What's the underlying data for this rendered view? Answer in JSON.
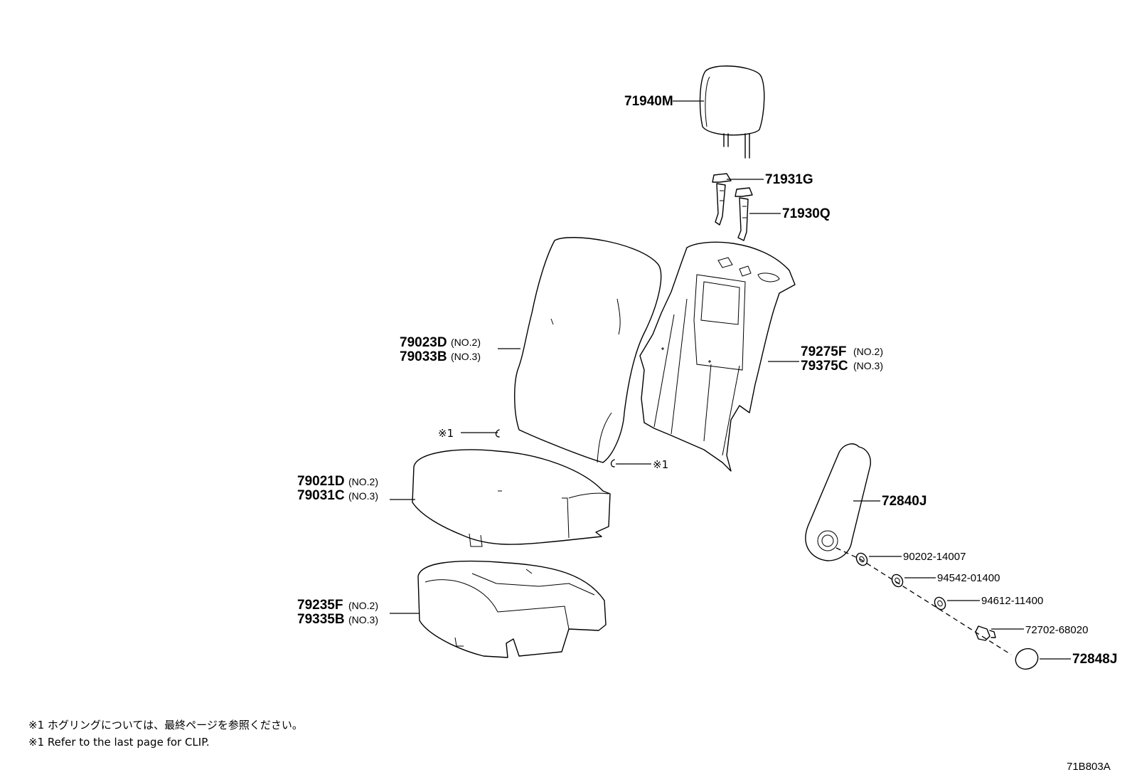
{
  "labels": {
    "headrest": "71940M",
    "headrest_support": "71931G",
    "headrest_guide": "71930Q",
    "back_cover": {
      "part_a": "79023D",
      "note_a": "(NO.2)",
      "part_b": "79033B",
      "note_b": "(NO.3)"
    },
    "back_board": {
      "part_a": "79275F",
      "note_a": "(NO.2)",
      "part_b": "79375C",
      "note_b": "(NO.3)"
    },
    "cushion_cover": {
      "part_a": "79021D",
      "note_a": "(NO.2)",
      "part_b": "79031C",
      "note_b": "(NO.3)"
    },
    "cushion_pad": {
      "part_a": "79235F",
      "note_a": "(NO.2)",
      "part_b": "79335B",
      "note_b": "(NO.3)"
    },
    "armrest": "72840J",
    "washer_1": "90202-14007",
    "washer_2": "94542-01400",
    "washer_3": "94612-11400",
    "bolt": "72702-68020",
    "cap": "72848J",
    "clip_ref_left": "※1",
    "clip_ref_right": "※1"
  },
  "footnotes": {
    "jp": "※1 ホグリングについては、最終ページを参照ください。",
    "en": "※1 Refer to the last page for CLIP."
  },
  "figure_code": "71B803A",
  "icons": {
    "headrest": "headrest-icon",
    "support": "headrest-support-icon",
    "guide": "headrest-guide-icon",
    "back_cover": "seatback-cover-icon",
    "back_board": "seatback-frame-icon",
    "cushion_cover": "seat-cushion-cover-icon",
    "cushion_pad": "seat-cushion-pad-icon",
    "armrest": "armrest-icon",
    "washer": "washer-icon",
    "bolt": "bolt-icon",
    "cap": "cap-icon",
    "clip": "hog-ring-clip-icon"
  }
}
